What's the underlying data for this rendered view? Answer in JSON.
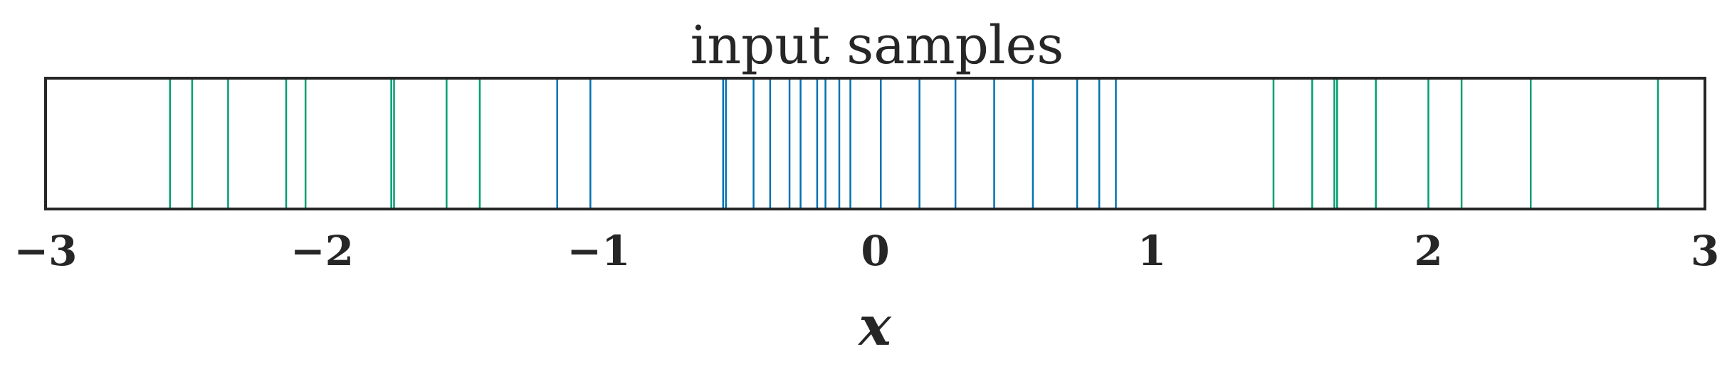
{
  "chart_data": {
    "type": "scatter",
    "title": "input samples",
    "xlabel": "x",
    "ylabel": "",
    "xlim": [
      -3,
      3
    ],
    "xticks": [
      -3,
      -2,
      -1,
      0,
      1,
      2,
      3
    ],
    "xtick_labels": [
      "−3",
      "−2",
      "−1",
      "0",
      "1",
      "2",
      "3"
    ],
    "grid": false,
    "series": [
      {
        "color": "#009E73",
        "values": [
          -2.55,
          -2.47,
          -2.34,
          -2.13,
          -2.06,
          -1.75,
          -1.74,
          -1.55,
          -1.43,
          1.44,
          1.58,
          1.66,
          1.67,
          1.81,
          2.0,
          2.12,
          2.37,
          2.83
        ]
      },
      {
        "color": "#0072B2",
        "values": [
          -1.15,
          -1.03,
          -0.55,
          -0.54,
          -0.44,
          -0.38,
          -0.31,
          -0.27,
          -0.21,
          -0.18,
          -0.13,
          -0.09,
          0.02,
          0.16,
          0.29,
          0.43,
          0.57,
          0.73,
          0.81,
          0.87
        ]
      }
    ]
  }
}
